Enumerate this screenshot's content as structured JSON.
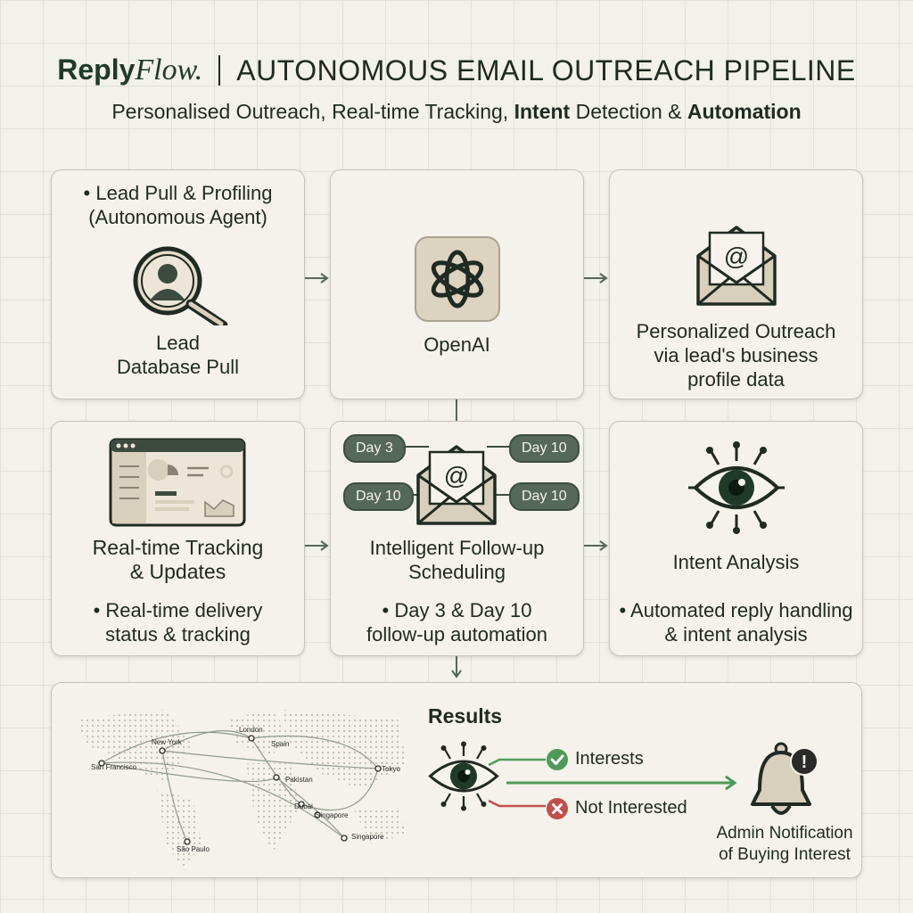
{
  "header": {
    "brand_bold": "Reply",
    "brand_italic": "Flow.",
    "title": "AUTONOMOUS EMAIL OUTREACH PIPELINE",
    "subtitle_1": "Personalised Outreach, Real-time Tracking,",
    "subtitle_bold_1": "Intent",
    "subtitle_2": "Detection &",
    "subtitle_bold_2": "Automation"
  },
  "cards": {
    "lead_pull": {
      "top_text_1": "• Lead Pull & Profiling",
      "top_text_2": "(Autonomous Agent)",
      "label_1": "Lead",
      "label_2": "Database Pull",
      "icon": "magnifier-user-icon"
    },
    "openai": {
      "label": "OpenAI",
      "icon": "openai-logo-icon"
    },
    "outreach": {
      "label_1": "Personalized Outreach",
      "label_2": "via lead's business",
      "label_3": "profile data",
      "icon": "envelope-at-icon"
    },
    "tracking": {
      "label_1": "Real-time Tracking",
      "label_2": "& Updates",
      "detail_1": "• Real-time delivery",
      "detail_2": "status & tracking",
      "icon": "dashboard-window-icon"
    },
    "followup": {
      "pills": [
        "Day 3",
        "Day 10",
        "Day 10",
        "Day 10"
      ],
      "label_1": "Intelligent Follow-up",
      "label_2": "Scheduling",
      "detail_1": "• Day 3 & Day 10",
      "detail_2": "follow-up automation",
      "icon": "envelope-at-icon"
    },
    "intent": {
      "label": "Intent Analysis",
      "detail_1": "• Automated reply handling",
      "detail_2": "& intent analysis",
      "icon": "eye-network-icon"
    }
  },
  "results": {
    "title": "Results",
    "interested": "Interests",
    "not_interested": "Not Interested",
    "admin_1": "Admin Notification",
    "admin_2": "of Buying Interest",
    "cities": [
      "New York",
      "San Francisco",
      "London",
      "Spain",
      "Pakistan",
      "Dubai",
      "Singapore",
      "Tokyo",
      "Singapore",
      "São Paulo"
    ]
  },
  "colors": {
    "accent_green": "#4f9a5a",
    "accent_red": "#c0504d",
    "dark_green": "#1f3a26",
    "card_bg": "#f4f2ea",
    "icon_tan": "#d9cfbd"
  }
}
